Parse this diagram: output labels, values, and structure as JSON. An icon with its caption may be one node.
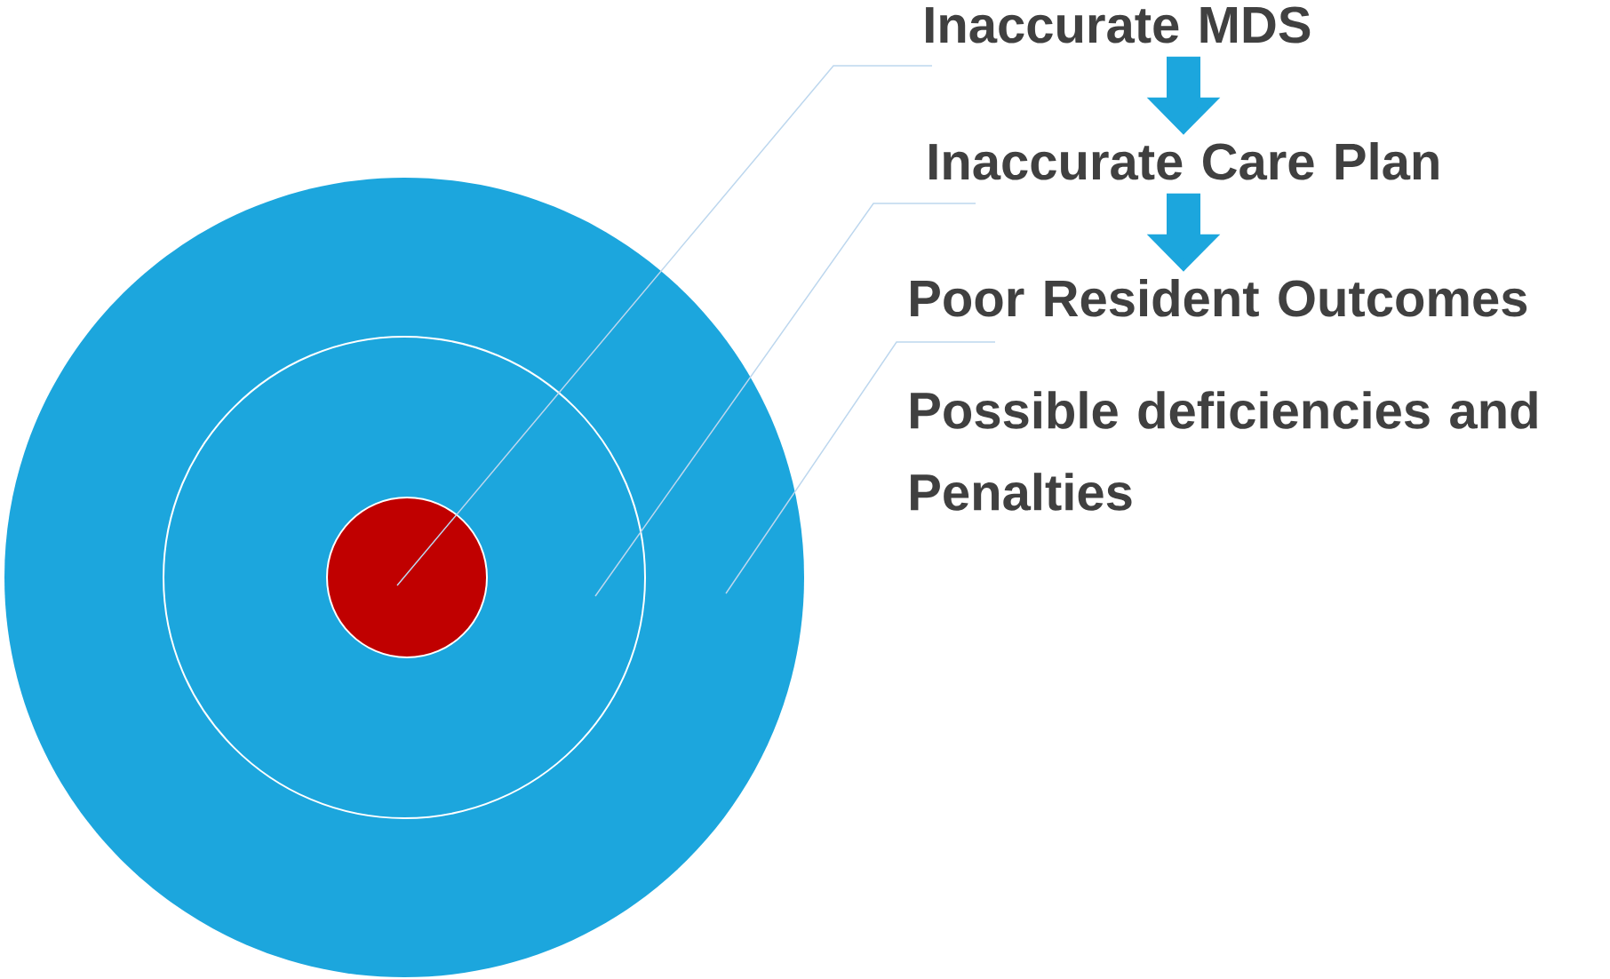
{
  "diagram": {
    "nodes": [
      {
        "text": [],
        "shape": "circle"
      },
      {
        "text": [],
        "shape": "circle",
        "in": 0
      },
      {
        "text": [],
        "shape": "circle",
        "in": 1
      },
      {
        "text": [
          "Inaccurate MDS"
        ]
      },
      {
        "text": [
          "Inaccurate Care Plan"
        ]
      },
      {
        "text": [
          "Poor Resident Outcomes"
        ]
      },
      {
        "text": [
          "Possible deficiencies and Penalties"
        ]
      }
    ],
    "edges": [
      {
        "from": 3,
        "to": 4,
        "arrow": "to",
        "style": "thick",
        "color": "#1ca6dd"
      },
      {
        "from": 4,
        "to": 5,
        "arrow": "to",
        "style": "thick",
        "color": "#1ca6dd"
      },
      {
        "from": 3,
        "to": 2,
        "arrow": "none"
      },
      {
        "from": 4,
        "to": 1,
        "arrow": "none"
      },
      {
        "from": 5,
        "to": 0,
        "arrow": "none"
      }
    ]
  }
}
